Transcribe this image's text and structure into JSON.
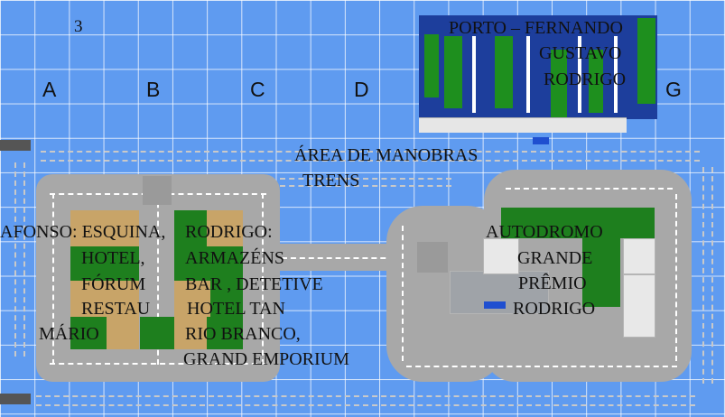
{
  "grid_number": "3",
  "columns": [
    "A",
    "B",
    "C",
    "D",
    "G"
  ],
  "labels": {
    "porto": [
      "PORTO – FERNANDO",
      "GUSTAVO",
      "RODRIGO"
    ],
    "manobras": [
      "ÁREA DE MANOBRAS",
      "TRENS"
    ],
    "afonso": [
      "AFONSO: ESQUINA,",
      "HOTEL,",
      "FÓRUM",
      "RESTAU",
      "MÁRIO"
    ],
    "rodrigo": [
      "RODRIGO:",
      "ARMAZÉNS",
      "BAR , DETETIVE",
      "HOTEL TAN",
      "RIO BRANCO,",
      "GRAND EMPORIUM"
    ],
    "autodromo": [
      "AUTODROMO",
      "GRANDE",
      "PRÊMIO",
      "RODRIGO"
    ]
  },
  "colors": {
    "water": "#5f9bf0",
    "road": "#a8a8a8",
    "green_block": "#1e7f1e",
    "tan_block": "#c8a468",
    "port": "#1d3e9c"
  }
}
